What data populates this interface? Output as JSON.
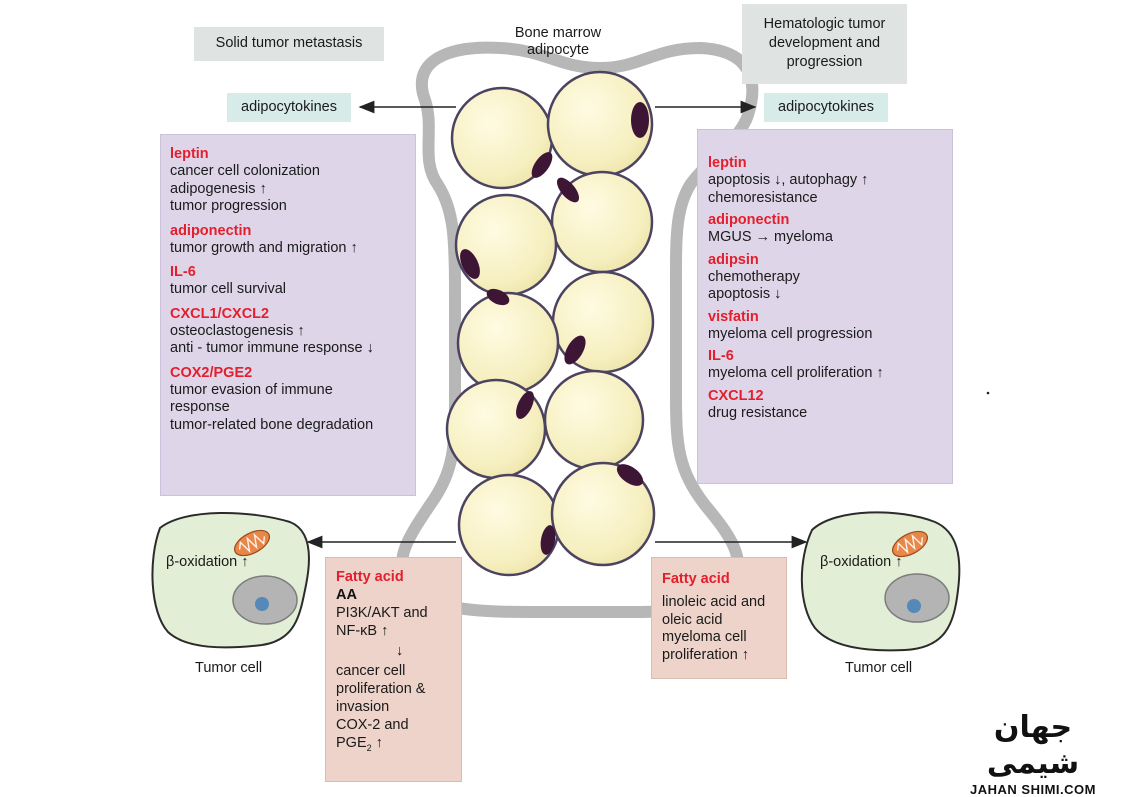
{
  "top": {
    "left_header": "Solid tumor metastasis",
    "center_header": [
      "Bone marrow",
      "adipocyte"
    ],
    "right_header": [
      "Hematologic tumor",
      "development and",
      "progression"
    ]
  },
  "chips": {
    "left": "adipocytokines",
    "right": "adipocytokines"
  },
  "left_panel": [
    {
      "name": "leptin",
      "effects": [
        "cancer cell colonization",
        "adipogenesis ↑",
        "tumor progression"
      ]
    },
    {
      "name": "adiponectin",
      "effects": [
        "tumor growth and migration ↑"
      ]
    },
    {
      "name": "IL-6",
      "effects": [
        "tumor cell survival"
      ]
    },
    {
      "name": "CXCL1/CXCL2",
      "effects": [
        "osteoclastogenesis ↑",
        "anti - tumor immune response ↓"
      ]
    },
    {
      "name": "COX2/PGE2",
      "effects": [
        "tumor evasion of immune",
        "response",
        "tumor-related bone degradation"
      ]
    }
  ],
  "right_panel": [
    {
      "name": "leptin",
      "effects": [
        "apoptosis ↓, autophagy ↑",
        "chemoresistance"
      ]
    },
    {
      "name": "adiponectin",
      "effects": [
        "MGUS → myeloma"
      ]
    },
    {
      "name": "adipsin",
      "effects": [
        "chemotherapy",
        "apoptosis ↓"
      ]
    },
    {
      "name": "visfatin",
      "effects": [
        "myeloma cell progression"
      ]
    },
    {
      "name": "IL-6",
      "effects": [
        "myeloma cell proliferation ↑"
      ]
    },
    {
      "name": "CXCL12",
      "effects": [
        "drug resistance"
      ]
    }
  ],
  "left_fatty": {
    "title": "Fatty acid",
    "aa": "AA",
    "lines1": [
      "PI3K/AKT and",
      "NF-κB ↑"
    ],
    "arrow": "↓",
    "lines2": [
      "cancer cell",
      "proliferation &",
      "invasion",
      "COX-2 and"
    ],
    "pge_base": "PGE",
    "pge_sub": "2",
    "pge_arrow": " ↑"
  },
  "right_fatty": {
    "title": "Fatty acid",
    "lines": [
      "linoleic acid and",
      "oleic acid",
      "myeloma cell",
      "proliferation ↑"
    ]
  },
  "tumor_cells": {
    "left": {
      "label": "β-oxidation ↑",
      "caption": "Tumor cell"
    },
    "right": {
      "label": "β-oxidation ↑",
      "caption": "Tumor cell"
    }
  },
  "watermark": {
    "script": "جهان شیمی",
    "url": "JAHAN SHIMI.COM"
  },
  "colors": {
    "highlight_red": "#e31e2d",
    "panel_purple": "#ded6e8",
    "fatty_acid_pink": "#edd3c9",
    "chip_teal": "#d7ebe8",
    "header_grey": "#dfe4e2",
    "adipocyte_yellow": "#f7f0c2",
    "nucleus_purple": "#3d1636",
    "tumor_cell_green": "#e3eed6",
    "mitochondrion_orange": "#e8874a"
  }
}
